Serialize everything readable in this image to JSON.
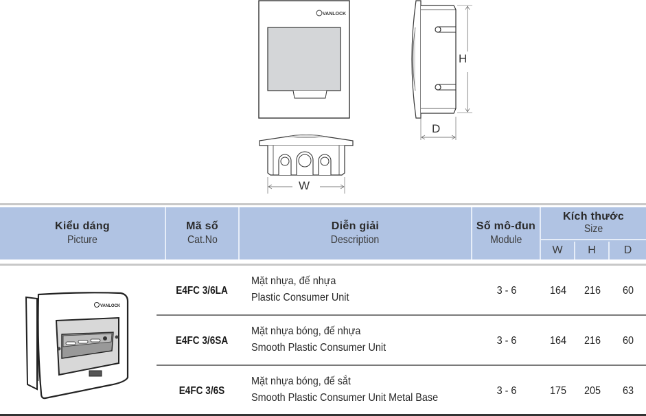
{
  "drawings": {
    "front_view": {
      "brand": "VANLOCK"
    },
    "side_view": {
      "dimension_h": "H",
      "dimension_d": "D"
    },
    "bottom_view": {
      "dimension_w": "W"
    }
  },
  "table": {
    "header": {
      "picture": {
        "vi": "Kiểu dáng",
        "en": "Picture"
      },
      "cat_no": {
        "vi": "Mã số",
        "en": "Cat.No"
      },
      "description": {
        "vi": "Diễn giải",
        "en": "Description"
      },
      "module": {
        "vi": "Số mô-đun",
        "en": "Module"
      },
      "size": {
        "vi": "Kích thước",
        "en": "Size",
        "w": "W",
        "h": "H",
        "d": "D"
      }
    },
    "product_picture": {
      "brand": "VANLOCK"
    },
    "rows": [
      {
        "cat_no": "E4FC 3/6LA",
        "desc_vi": "Mặt nhựa, đế nhựa",
        "desc_en": "Plastic Consumer Unit",
        "module": "3 - 6",
        "w": "164",
        "h": "216",
        "d": "60"
      },
      {
        "cat_no": "E4FC 3/6SA",
        "desc_vi": "Mặt nhựa bóng, đế nhựa",
        "desc_en": "Smooth Plastic Consumer Unit",
        "module": "3 - 6",
        "w": "164",
        "h": "216",
        "d": "60"
      },
      {
        "cat_no": "E4FC 3/6S",
        "desc_vi": "Mặt nhựa bóng, đế sắt",
        "desc_en": "Smooth Plastic Consumer Unit Metal Base",
        "module": "3 - 6",
        "w": "175",
        "h": "205",
        "d": "63"
      }
    ]
  },
  "colors": {
    "header_bg": "#b0c3e3",
    "rule_gray": "#c8c8c8",
    "divider": "#7a7a7a"
  }
}
